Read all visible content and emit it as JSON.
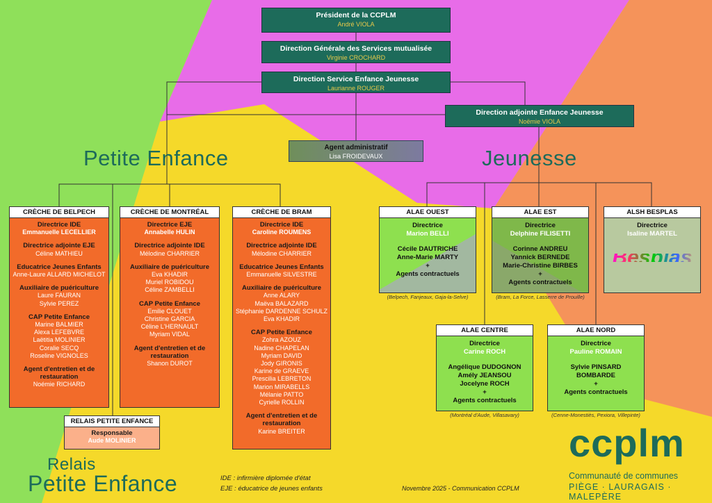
{
  "president": {
    "title": "Président de la CCPLM",
    "name": "André VIOLA"
  },
  "dgs": {
    "title": "Direction Générale des Services mutualisée",
    "name": "Virginie CROCHARD"
  },
  "dsej": {
    "title": "Direction Service Enfance Jeunesse",
    "name": "Laurianne ROUGER"
  },
  "adjointe": {
    "title": "Direction adjointe Enfance Jeunesse",
    "name": "Noëmie VIOLA"
  },
  "admin": {
    "title": "Agent administratif",
    "name": "Lisa FROIDEVAUX"
  },
  "petite_enfance_title": "Petite Enfance",
  "jeunesse_title": "Jeunesse",
  "creches": [
    {
      "name": "CRÈCHE DE BELPECH",
      "sections": [
        {
          "role": "Directrice IDE",
          "names": [
            "Emmanuelle LECELLIER"
          ]
        },
        {
          "role": "Directrice adjointe EJE",
          "names": [
            "Céline MATHIEU"
          ]
        },
        {
          "role": "Educatrice Jeunes Enfants",
          "names": [
            "Anne-Laure ALLARD MICHELOT"
          ]
        },
        {
          "role": "Auxiliaire de puériculture",
          "names": [
            "Laure FAURAN",
            "Sylvie PEREZ"
          ]
        },
        {
          "role": "CAP Petite Enfance",
          "names": [
            "Marine BALMIER",
            "Alexa LEFEBVRE",
            "Laëtitia MOLINIER",
            "Coralie SECQ",
            "Roseline VIGNOLES"
          ]
        },
        {
          "role": "Agent d'entretien et de restauration",
          "names": [
            "Noémie RICHARD"
          ]
        }
      ]
    },
    {
      "name": "CRÈCHE DE MONTRÉAL",
      "sections": [
        {
          "role": "Directrice EJE",
          "names": [
            "Annabelle HULIN"
          ]
        },
        {
          "role": "Directrice adjointe IDE",
          "names": [
            "Mélodine CHARRIER"
          ]
        },
        {
          "role": "Auxiliaire de puériculture",
          "names": [
            "Eva KHADIR",
            "Muriel ROBIDOU",
            "Céline ZAMBELLI"
          ]
        },
        {
          "role": "CAP Petite Enfance",
          "names": [
            "Emilie CLOUET",
            "Christine GARCIA",
            "Céline L'HERNAULT",
            "Myriam VIDAL"
          ]
        },
        {
          "role": "Agent d'entretien et de restauration",
          "names": [
            "Shanon DUROT"
          ]
        }
      ]
    },
    {
      "name": "CRÈCHE DE BRAM",
      "sections": [
        {
          "role": "Directrice IDE",
          "names": [
            "Caroline ROUMENS"
          ]
        },
        {
          "role": "Directrice adjointe IDE",
          "names": [
            "Mélodine CHARRIER"
          ]
        },
        {
          "role": "Educatrice Jeunes Enfants",
          "names": [
            "Emmanuelle SILVESTRE"
          ]
        },
        {
          "role": "Auxiliaire de puériculture",
          "names": [
            "Anne ALARY",
            "Maëva BALAZARD",
            "Stéphanie DARDENNE SCHULZ",
            "Eva KHADIR"
          ]
        },
        {
          "role": "CAP Petite Enfance",
          "names": [
            "Zohra AZOUZ",
            "Nadine CHAPELAN",
            "Myriam DAVID",
            "Jody GIRONIS",
            "Karine de GRAEVE",
            "Prescilia LEBRETON",
            "Marion MIRABELLS",
            "Mélanie PATTO",
            "Cyrielle ROLLIN"
          ]
        },
        {
          "role": "Agent d'entretien et de restauration",
          "names": [
            "Karine BREITER"
          ]
        }
      ]
    }
  ],
  "relais": {
    "name": "RELAIS PETITE ENFANCE",
    "role": "Responsable",
    "person": "Aude MOLINIER"
  },
  "alae": [
    {
      "name": "ALAE OUEST",
      "role": "Directrice",
      "director": "Marion BELLI",
      "staff": [
        "Cécile DAUTRICHE",
        "Anne-Marie MARTY",
        "+",
        "Agents contractuels"
      ],
      "caption": "(Belpech, Fanjeaux, Gaja-la-Selve)"
    },
    {
      "name": "ALAE EST",
      "role": "Directrice",
      "director": "Delphine FILISETTI",
      "staff": [
        "Corinne ANDREU",
        "Yannick BERNEDE",
        "Marie-Christine BIRBES",
        "+",
        "Agents contractuels"
      ],
      "caption": "(Bram, La Force, Lasserre de Prouille)"
    },
    {
      "name": "ALSH BESPLAS",
      "role": "Directrice",
      "director": "Isaline MARTEL",
      "staff": [],
      "caption": ""
    },
    {
      "name": "ALAE CENTRE",
      "role": "Directrice",
      "director": "Carine ROCH",
      "staff": [
        "Angélique DUDOGNON",
        "Amély JEANSOU",
        "Jocelyne ROCH",
        "+",
        "Agents contractuels"
      ],
      "caption": "(Montréal d'Aude, Villasavary)"
    },
    {
      "name": "ALAE NORD",
      "role": "Directrice",
      "director": "Pauline ROMAIN",
      "staff": [
        "Sylvie PINSARD",
        "BOMBARDE",
        "+",
        "Agents contractuels"
      ],
      "caption": "(Cenne-Monestiès, Pexiora, Villepinte)"
    }
  ],
  "besplas_logo": "Besplas",
  "relais_logo": {
    "line1": "Relais",
    "line2": "Petite Enfance"
  },
  "footnotes": [
    "IDE : infirmière diplomée d'état",
    "EJE : éducatrice de jeunes enfants"
  ],
  "credit": "Novembre 2025 - Communication CCPLM",
  "ccplm_logo": {
    "mark": "ccplm",
    "line1": "Communauté de communes",
    "line2": "PIÈGE · LAURAGAIS · MALEPÈRE"
  },
  "colors": {
    "dark_green": "#1d6b5a",
    "orange": "#f26b2a",
    "light_green": "#8ee04f",
    "yellow": "#f5d92a",
    "pink": "#e86ce8"
  }
}
